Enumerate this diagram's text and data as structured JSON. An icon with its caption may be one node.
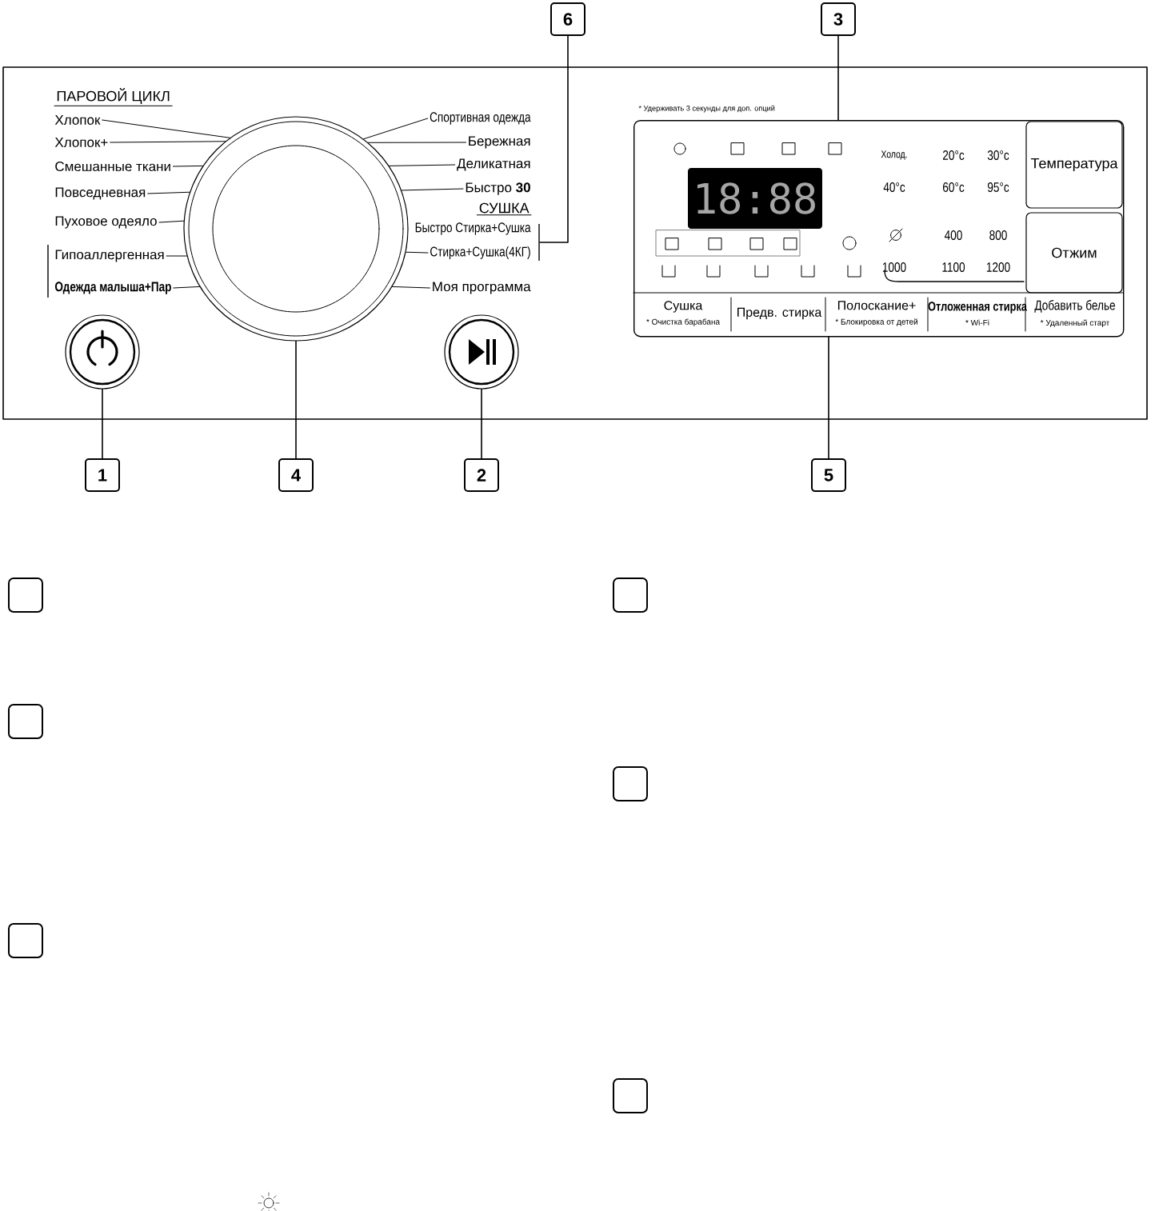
{
  "diagram": {
    "nodes": [
      {
        "text": [
          "6"
        ]
      },
      {
        "text": [
          "3"
        ]
      },
      {
        "text": [
          "Хлопок"
        ]
      },
      {
        "text": [
          "Хлопок+"
        ]
      },
      {
        "text": [
          "Смешанные ткани"
        ]
      },
      {
        "text": [
          "Повседневная"
        ]
      },
      {
        "text": [
          "Пуховое одеяло"
        ]
      },
      {
        "text": [
          "Гипоаллергенная"
        ]
      },
      {
        "text": [
          "Одежда малыша+Пар"
        ]
      },
      {
        "text": [
          "Спортивная одежда"
        ]
      },
      {
        "text": [
          "Бережная"
        ]
      },
      {
        "text": [
          "Деликатная"
        ]
      },
      {
        "text": [
          "Быстро **30**"
        ]
      },
      {
        "text": [
          "Быстро Стирка+Сушка"
        ]
      },
      {
        "text": [
          "Стирка+Сушка(4КГ)"
        ]
      },
      {
        "text": [
          "Моя программа"
        ]
      },
      {
        "text": [],
        "shape": "circle"
      },
      {
        "text": [],
        "shape": "box"
      },
      {
        "text": [
          "18:88"
        ],
        "in": 17
      },
      {
        "text": [
          "Температура"
        ],
        "in": 17
      },
      {
        "text": [
          "Отжим"
        ],
        "in": 17
      },
      {
        "text": [
          "Сушка",
          "* Очистка барабана"
        ],
        "in": 17
      },
      {
        "text": [
          "Предв. стирка"
        ],
        "in": 17
      },
      {
        "text": [
          "Полоскание+",
          "* Блокировка от детей"
        ],
        "in": 17
      },
      {
        "text": [
          "Отложенная стирка",
          "* Wi-Fi"
        ],
        "in": 17
      },
      {
        "text": [
          "Добавить белье",
          "* Удаленный старт"
        ],
        "in": 17
      },
      {
        "text": [],
        "shape": "circle"
      },
      {
        "text": [],
        "shape": "circle"
      },
      {
        "text": [
          "1"
        ]
      },
      {
        "text": [
          "4"
        ]
      },
      {
        "text": [
          "2"
        ]
      },
      {
        "text": [
          "5"
        ]
      },
      {
        "text": [],
        "shape": "box"
      },
      {
        "text": [],
        "shape": "box"
      },
      {
        "text": [],
        "shape": "box"
      },
      {
        "text": [],
        "shape": "box"
      },
      {
        "text": [],
        "shape": "box"
      },
      {
        "text": [],
        "shape": "box"
      },
      {
        "text": [],
        "shape": "bar"
      },
      {
        "text": [],
        "shape": "bar"
      }
    ],
    "edges": [
      {
        "from": 0,
        "to": 39,
        "arrow": "none"
      },
      {
        "from": 1,
        "to": 17,
        "arrow": "none"
      },
      {
        "from": 2,
        "to": 16,
        "arrow": "none"
      },
      {
        "from": 3,
        "to": 16,
        "arrow": "none"
      },
      {
        "from": 4,
        "to": 16,
        "arrow": "none"
      },
      {
        "from": 5,
        "to": 16,
        "arrow": "none"
      },
      {
        "from": 6,
        "to": 16,
        "arrow": "none"
      },
      {
        "from": 7,
        "to": 16,
        "arrow": "none"
      },
      {
        "from": 8,
        "to": 16,
        "arrow": "none"
      },
      {
        "from": 9,
        "to": 16,
        "arrow": "none"
      },
      {
        "from": 10,
        "to": 16,
        "arrow": "none"
      },
      {
        "from": 11,
        "to": 16,
        "arrow": "none"
      },
      {
        "from": 12,
        "to": 16,
        "arrow": "none"
      },
      {
        "from": 14,
        "to": 16,
        "arrow": "none"
      },
      {
        "from": 15,
        "to": 16,
        "arrow": "none"
      },
      {
        "from": 28,
        "to": 26,
        "arrow": "none"
      },
      {
        "from": 29,
        "to": 16,
        "arrow": "none"
      },
      {
        "from": 30,
        "to": 27,
        "arrow": "none"
      },
      {
        "from": 31,
        "to": 17,
        "arrow": "none"
      }
    ],
    "labels": [
      "ПАРОВОЙ ЦИКЛ",
      "СУШКА",
      "* Удерживать 3 секунды для доп. опций",
      "Холод.",
      "20°c",
      "30°c",
      "40°c",
      "60°c",
      "95°c",
      "400",
      "800",
      "1000",
      "1100",
      "1200"
    ]
  }
}
